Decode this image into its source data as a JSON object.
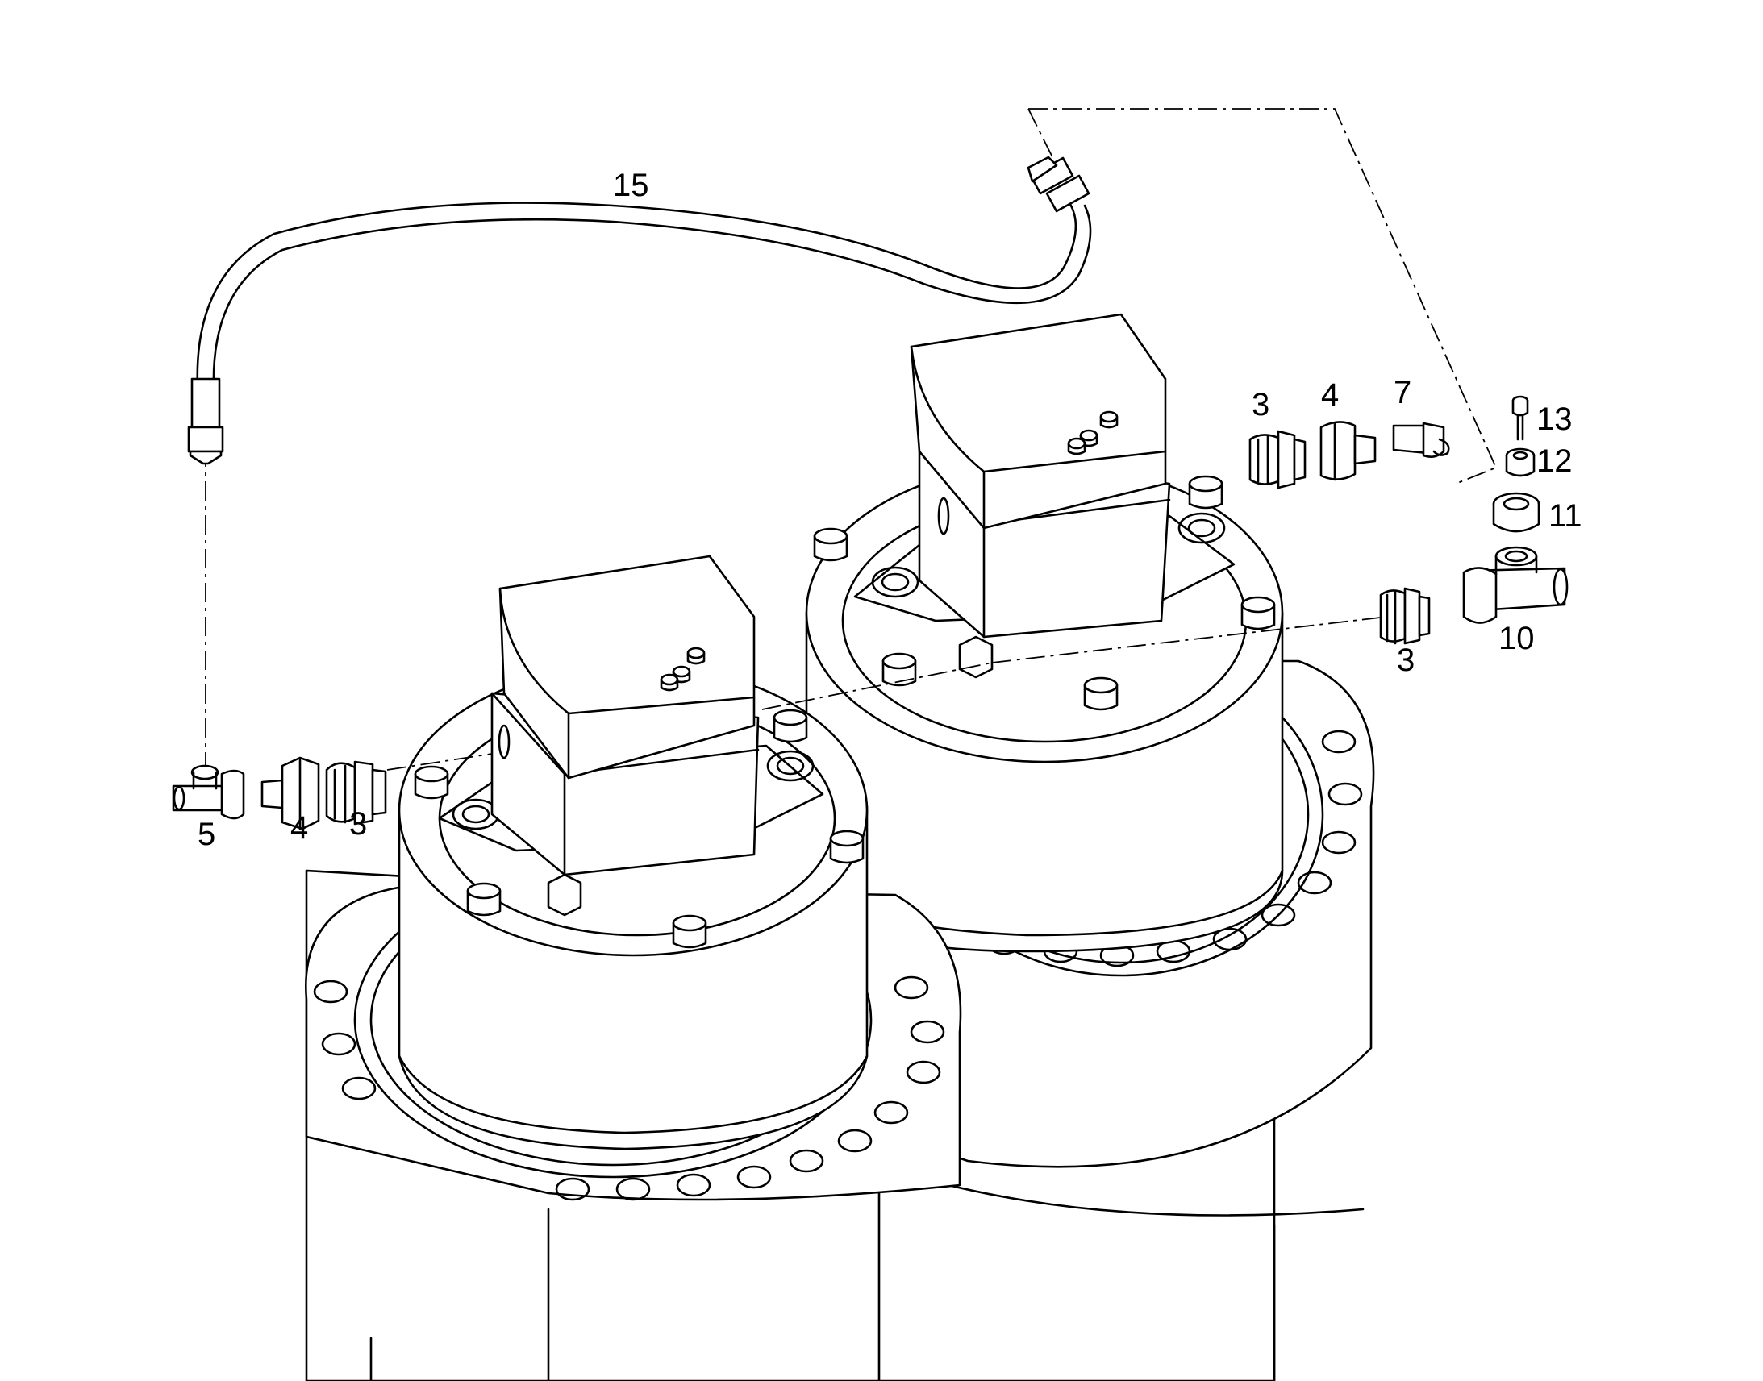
{
  "callouts": {
    "c15": "15",
    "c3_top": "3",
    "c4_top": "4",
    "c7": "7",
    "c13": "13",
    "c12": "12",
    "c11": "11",
    "c10": "10",
    "c3_mid": "3",
    "c5": "5",
    "c4_left": "4",
    "c3_left": "3"
  }
}
